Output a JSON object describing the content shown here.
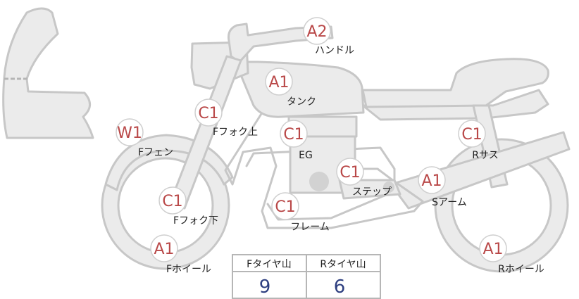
{
  "parts": [
    {
      "id": "handle",
      "grade": "A2",
      "label": "ハンドル"
    },
    {
      "id": "tank",
      "grade": "A1",
      "label": "タンク"
    },
    {
      "id": "ffork-upper",
      "grade": "C1",
      "label": "Fフォク上"
    },
    {
      "id": "engine",
      "grade": "C1",
      "label": "EG"
    },
    {
      "id": "fender",
      "grade": "W1",
      "label": "Fフェン"
    },
    {
      "id": "rsus",
      "grade": "C1",
      "label": "Rサス"
    },
    {
      "id": "step",
      "grade": "C1",
      "label": "ステップ"
    },
    {
      "id": "swingarm",
      "grade": "A1",
      "label": "Sアーム"
    },
    {
      "id": "ffork-lower",
      "grade": "C1",
      "label": "Fフォク下"
    },
    {
      "id": "frame",
      "grade": "C1",
      "label": "フレーム"
    },
    {
      "id": "fwheel",
      "grade": "A1",
      "label": "Fホイール"
    },
    {
      "id": "rwheel",
      "grade": "A1",
      "label": "Rホイール"
    }
  ],
  "tire": {
    "front_label": "Fタイヤ山",
    "rear_label": "Rタイヤ山",
    "front_value": "9",
    "rear_value": "6"
  },
  "colors": {
    "grade_text": "#b94848",
    "tire_value": "#2e3f80",
    "part_fill": "#ebebeb",
    "part_stroke": "#c7c7c7"
  }
}
